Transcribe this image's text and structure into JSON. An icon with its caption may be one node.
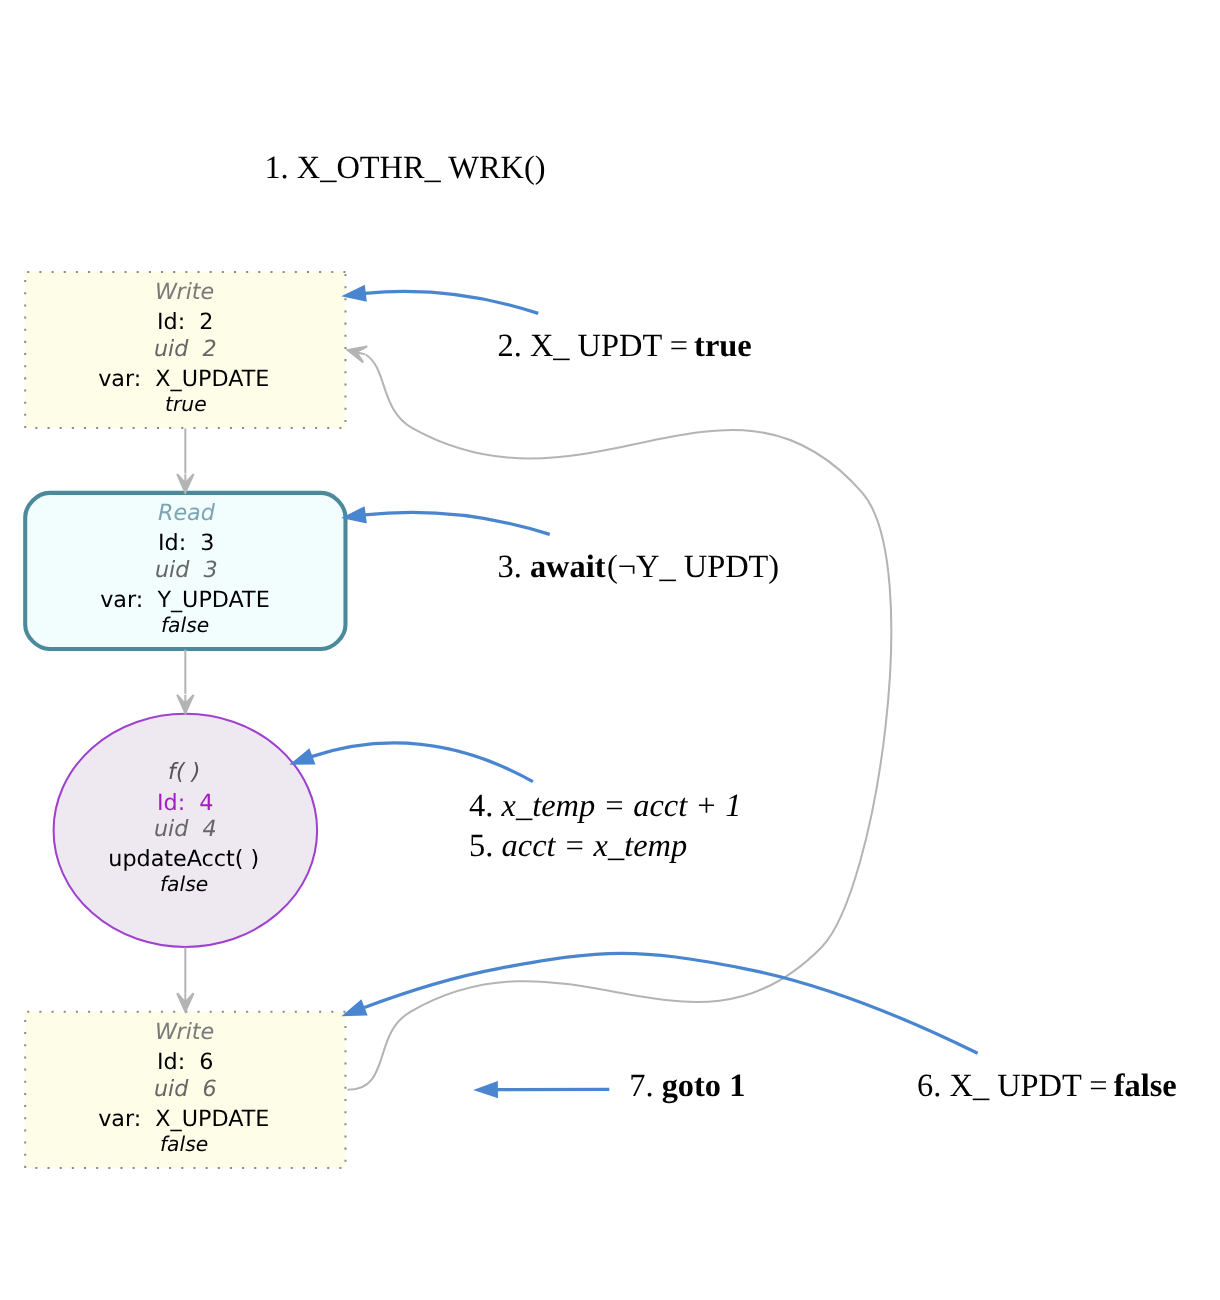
{
  "diagram": {
    "nodes": [
      {
        "text": [
          "Write",
          "Id:  2",
          "uid  2",
          "var:  X_UPDATE",
          "true"
        ]
      },
      {
        "text": [
          "Read",
          "Id:  3",
          "uid  3",
          "var:  Y_UPDATE",
          "false"
        ]
      },
      {
        "text": [
          "f( )",
          "Id:  4",
          "uid  4",
          "updateAcct( )",
          "false"
        ]
      },
      {
        "text": [
          "Write",
          "Id:  6",
          "uid  6",
          "var:  X_UPDATE",
          "false"
        ]
      },
      {
        "text": [
          "2. X_ UPDT = **true**"
        ]
      },
      {
        "text": [
          "3. **await**(¬Y_ UPDT)"
        ]
      },
      {
        "text": [
          "4. *x_temp = acct + 1*",
          "5. *acct = x_temp*"
        ]
      },
      {
        "text": [
          "6. X_ UPDT = **false**"
        ]
      },
      {
        "text": [
          "7. **goto 1**"
        ]
      }
    ],
    "edges": [
      {
        "from": 0,
        "to": 1,
        "arrow": "to",
        "color": "#b4b4b4"
      },
      {
        "from": 1,
        "to": 2,
        "arrow": "to",
        "color": "#b4b4b4"
      },
      {
        "from": 2,
        "to": 3,
        "arrow": "to",
        "color": "#b4b4b4"
      },
      {
        "from": 3,
        "to": 0,
        "arrow": "to",
        "color": "#b4b4b4"
      },
      {
        "from": 4,
        "to": 0,
        "arrow": "to"
      },
      {
        "from": 5,
        "to": 1,
        "arrow": "to"
      },
      {
        "from": 6,
        "to": 2,
        "arrow": "to"
      },
      {
        "from": 7,
        "to": 3,
        "arrow": "to"
      },
      {
        "from": 8,
        "to": null,
        "arrow": "to"
      }
    ],
    "labels": [
      "1. X_OTHR_ WRK()"
    ]
  }
}
